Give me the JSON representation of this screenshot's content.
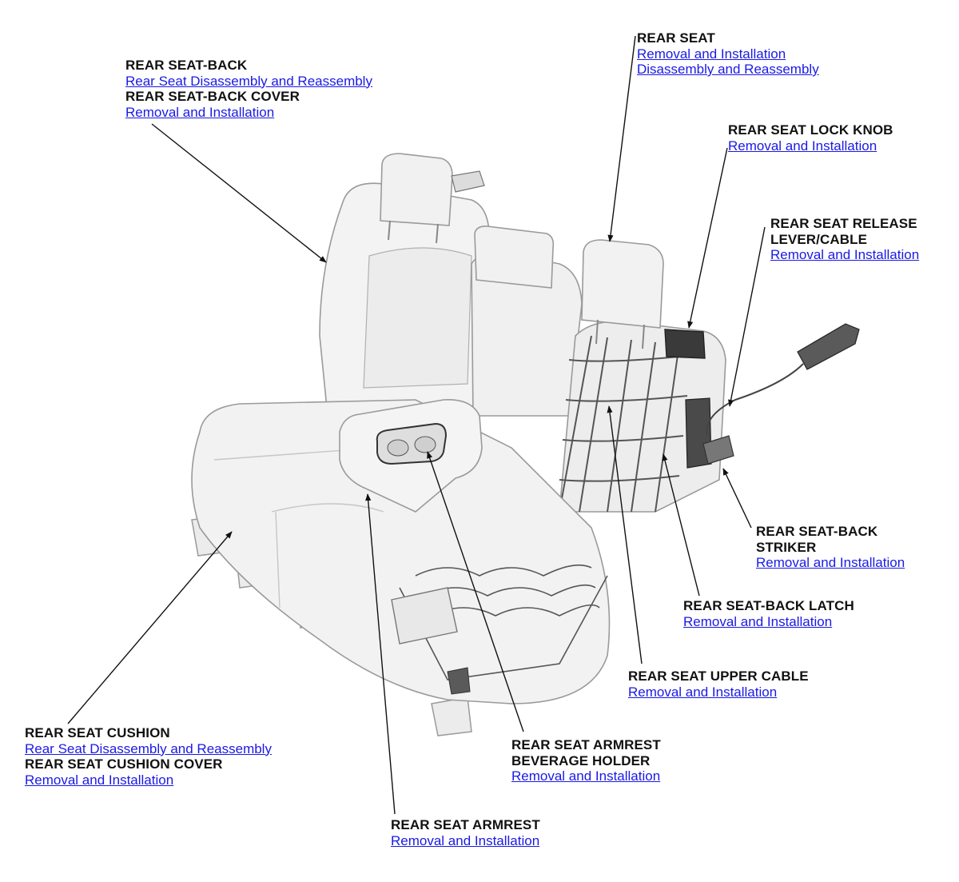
{
  "colors": {
    "link": "#1a1ae6",
    "title": "#111111",
    "leader": "#111111",
    "seat_fill": "#f3f3f3",
    "seat_shade": "#e2e2e2",
    "seat_outline": "#9a9a9a",
    "frame": "#555555"
  },
  "callouts": {
    "seat_back": {
      "title_1": "REAR SEAT-BACK",
      "link_1": "Rear Seat Disassembly and Reassembly",
      "title_2": "REAR SEAT-BACK COVER",
      "link_2": "Removal and Installation"
    },
    "rear_seat": {
      "title": "REAR SEAT",
      "link_1": "Removal and Installation",
      "link_2": "Disassembly and Reassembly"
    },
    "lock_knob": {
      "title": "REAR SEAT LOCK KNOB",
      "link": "Removal and Installation"
    },
    "release_lever": {
      "title_1": "REAR SEAT RELEASE",
      "title_2": "LEVER/CABLE",
      "link": "Removal and Installation"
    },
    "striker": {
      "title_1": "REAR SEAT-BACK",
      "title_2": "STRIKER",
      "link": "Removal and Installation"
    },
    "latch": {
      "title": "REAR SEAT-BACK LATCH",
      "link": "Removal and Installation"
    },
    "upper_cable": {
      "title": "REAR SEAT UPPER CABLE",
      "link": "Removal and Installation"
    },
    "beverage_holder": {
      "title_1": "REAR SEAT ARMREST",
      "title_2": "BEVERAGE HOLDER",
      "link": "Removal and Installation"
    },
    "cushion": {
      "title_1": "REAR SEAT CUSHION",
      "link_1": "Rear Seat Disassembly and Reassembly",
      "title_2": "REAR SEAT CUSHION COVER",
      "link_2": "Removal and Installation"
    },
    "armrest": {
      "title": "REAR SEAT ARMREST",
      "link": "Removal and Installation"
    }
  }
}
